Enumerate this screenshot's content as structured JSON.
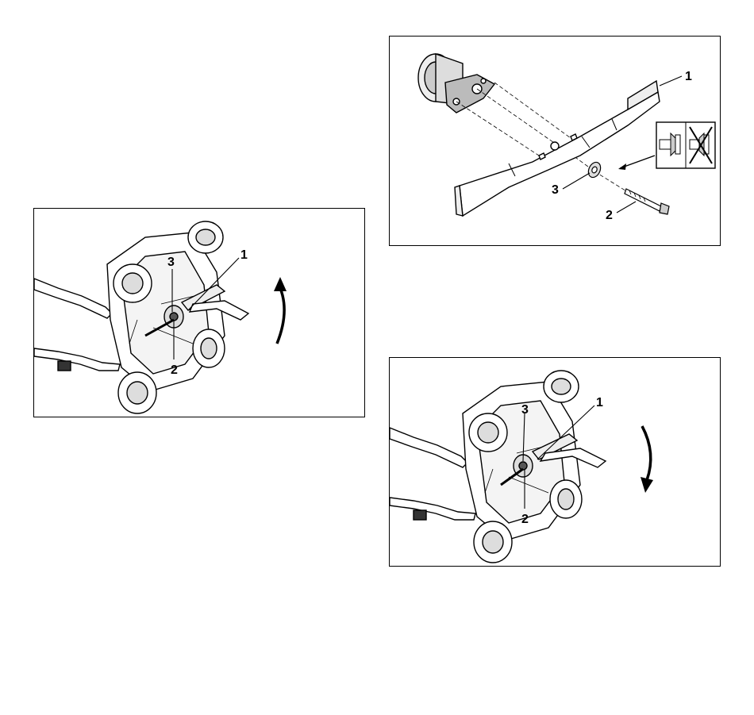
{
  "figures": [
    {
      "id": "blade-exploded-view",
      "callouts": [
        "1",
        "2",
        "3"
      ]
    },
    {
      "id": "blade-loosen",
      "rotation": "counter-clockwise",
      "callouts": [
        "1",
        "2",
        "3"
      ]
    },
    {
      "id": "blade-tighten",
      "rotation": "clockwise",
      "callouts": [
        "1",
        "2",
        "3"
      ]
    }
  ],
  "icons": {
    "arrow_up": "curved-arrow-up-icon",
    "arrow_down": "curved-arrow-down-icon",
    "washer_warning": "washer-orientation-icon"
  },
  "colors": {
    "line": "#000000",
    "background": "#ffffff"
  }
}
